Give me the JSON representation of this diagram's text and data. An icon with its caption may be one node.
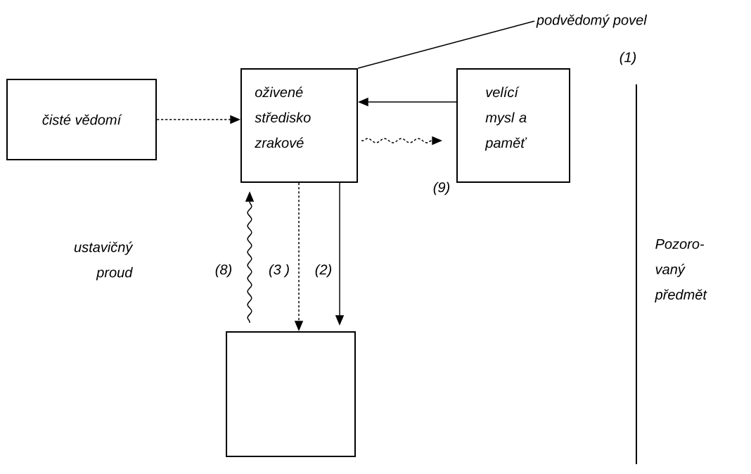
{
  "diagram": {
    "nodes": [
      {
        "text": [
          "čisté vědomí"
        ]
      },
      {
        "text": [
          "oživené středisko zrakové"
        ]
      },
      {
        "text": [
          "velící mysl a paměť"
        ]
      },
      {
        "text": [],
        "shape": "box"
      },
      {
        "text": [
          "podvědomý povel"
        ]
      }
    ],
    "edges": [
      {
        "from": 0,
        "to": 1,
        "arrow": "to",
        "style": "dashed"
      },
      {
        "from": 2,
        "to": 1,
        "arrow": "to"
      },
      {
        "from": 1,
        "to": 2,
        "arrow": "to",
        "style": "dashed"
      },
      {
        "from": 1,
        "to": 3,
        "arrow": "to",
        "style": "dashed",
        "label": "(3 )"
      },
      {
        "from": 1,
        "to": 3,
        "arrow": "to",
        "label": "(2)"
      },
      {
        "from": 3,
        "to": 1,
        "arrow": "to",
        "label": "(8)"
      },
      {
        "from": 4,
        "to": 1,
        "arrow": "none"
      }
    ],
    "labels": [
      "(1)",
      "(9)",
      "ustavičný proud",
      "Pozoro- vaný předmět"
    ]
  }
}
